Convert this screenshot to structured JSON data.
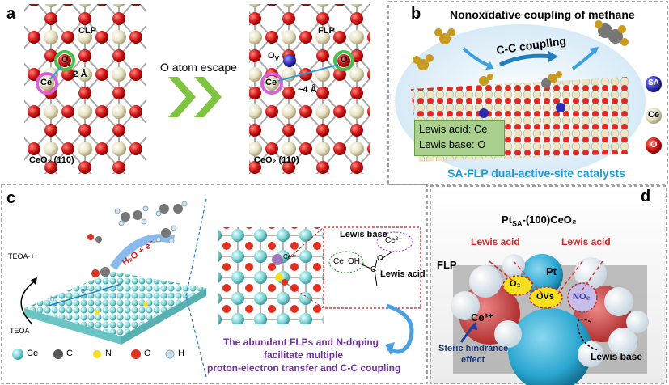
{
  "panels": {
    "a": {
      "label": "a",
      "left_title": "CLP",
      "right_title": "FLP",
      "left_o": "O",
      "right_o": "O",
      "left_ce": "Ce",
      "right_ce": "Ce",
      "left_dist": "~2 Å",
      "right_dist": "~4 Å",
      "ov_label": "O",
      "ov_sub": "V",
      "escape": "O atom escape",
      "left_facet": "CeO₂ (110)",
      "right_facet": "CeO₂ (110)"
    },
    "b": {
      "label": "b",
      "title": "Nonoxidative coupling of methane",
      "coupling": "C-C coupling",
      "lewis_acid": "Lewis acid: Ce",
      "lewis_base": "Lewis base: O",
      "caption": "SA-FLP dual-active-site catalysts",
      "legend": [
        {
          "label": "SA",
          "color": "#2b2bb5"
        },
        {
          "label": "Ce",
          "color": "#ece6c8"
        },
        {
          "label": "O",
          "color": "#d71e1e"
        }
      ]
    },
    "c": {
      "label": "c",
      "teoa_plus": "TEOA·+",
      "teoa": "TEOA",
      "reaction": "H₂O + e⁻",
      "h_plus": "h⁺",
      "e_minus": "e⁻",
      "inset_lewis_base": "Lewis base",
      "inset_lewis_acid": "Lewis acid",
      "inset_ce": "Ce",
      "inset_oh": "OH",
      "inset_ce3": "Ce³⁺",
      "inset_o": "O",
      "inset_c": "C",
      "ce3_tag": "Ce³⁺",
      "caption": [
        "The abundant FLPs and N-doping",
        "facilitate multiple",
        "proton-electron transfer and C-C coupling"
      ],
      "legend": [
        {
          "label": "Ce",
          "color": "#7fd6d6"
        },
        {
          "label": "C",
          "color": "#555555"
        },
        {
          "label": "N",
          "color": "#f2e020"
        },
        {
          "label": "O",
          "color": "#e03020"
        },
        {
          "label": "H",
          "color": "#cfe3f3"
        }
      ]
    },
    "d": {
      "label": "d",
      "title": "Pt",
      "title_sub": "SA",
      "title_rest": "-(100)CeO₂",
      "flp": "FLP",
      "lewis_acid_1": "Lewis acid",
      "lewis_acid_2": "Lewis acid",
      "pt": "Pt",
      "o2": "O₂",
      "ovs": "OVs",
      "no2": "NO₂",
      "ce3": "Ce³⁺",
      "steric": "Steric hindrance",
      "effect": "effect",
      "lewis_base": "Lewis base"
    }
  }
}
